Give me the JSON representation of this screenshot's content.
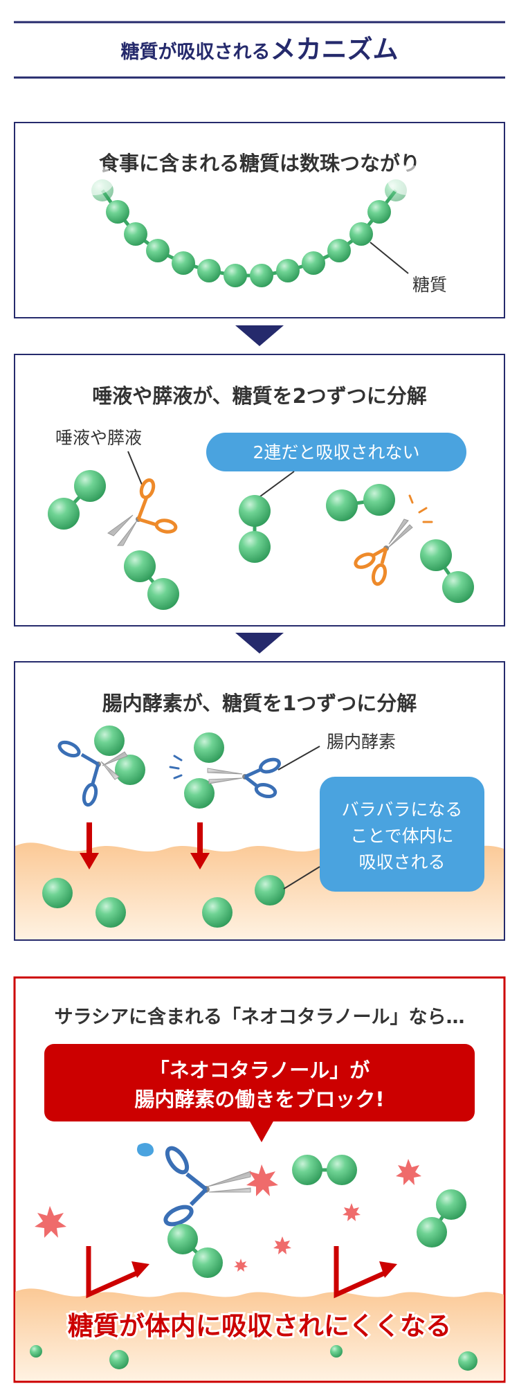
{
  "header": {
    "title_prefix": "糖質が吸収される",
    "title_emphasis": "メカニズム",
    "color": "#252a6c"
  },
  "panel1": {
    "title": "食事に含まれる糖質は数珠つながり",
    "label_sugar": "糖質"
  },
  "panel2": {
    "title": "唾液や膵液が、糖質を2つずつに分解",
    "label_enzyme": "唾液や膵液",
    "callout": "2連だと吸収されない"
  },
  "panel3": {
    "title": "腸内酵素が、糖質を1つずつに分解",
    "label_enzyme": "腸内酵素",
    "callout_line1": "バラバラになる",
    "callout_line2": "ことで体内に",
    "callout_line3": "吸収される"
  },
  "panel4": {
    "title": "サラシアに含まれる「ネオコタラノール」なら…",
    "banner_line1": "「ネオコタラノール」が",
    "banner_line2": "腸内酵素の働きをブロック!",
    "result": "糖質が体内に吸収されにくくなる"
  },
  "colors": {
    "navy": "#252a6c",
    "red": "#cc0000",
    "bubble_blue": "#4aa3df",
    "bead_green": "#4fbf78",
    "scissor_orange": "#ee8a2a",
    "scissor_blue": "#3a6fb5",
    "tissue": "#fbcd9f",
    "spark": "#ef6b6b"
  }
}
